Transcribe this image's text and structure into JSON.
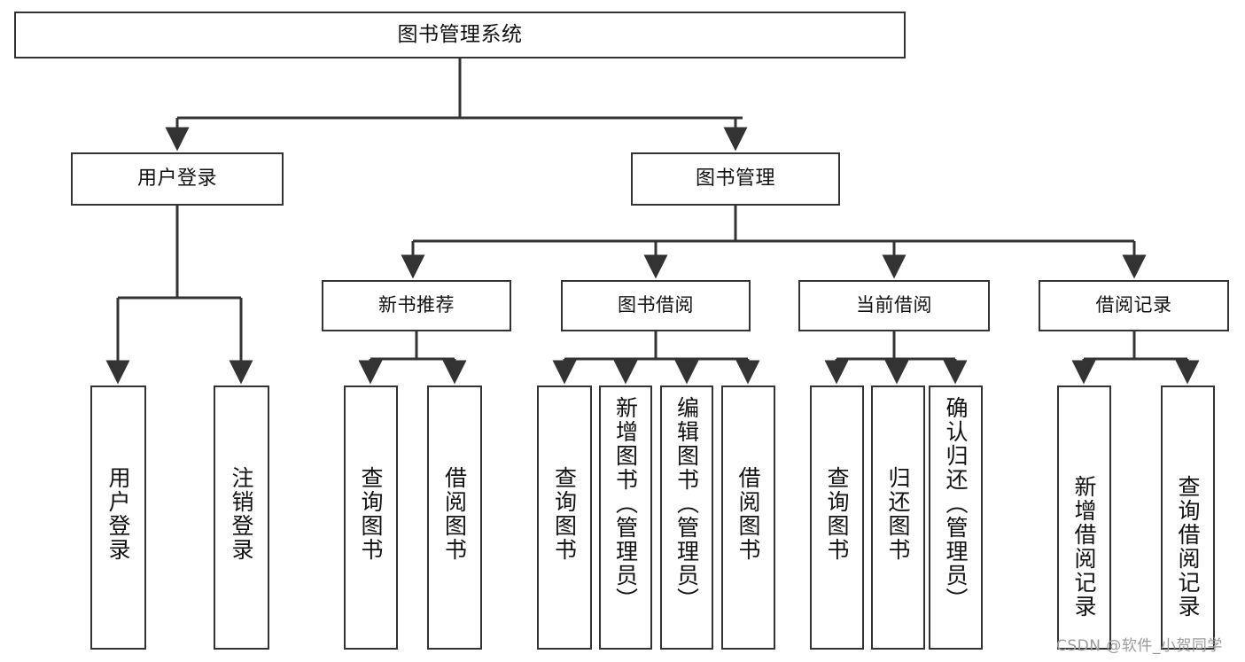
{
  "diagram": {
    "title": "图书管理系统",
    "type": "功能结构图",
    "watermark": "CSDN @软件_小贺同学",
    "root": {
      "label": "图书管理系统"
    },
    "level1": [
      {
        "label": "用户登录"
      },
      {
        "label": "图书管理"
      }
    ],
    "level2": [
      {
        "label": "新书推荐"
      },
      {
        "label": "图书借阅"
      },
      {
        "label": "当前借阅"
      },
      {
        "label": "借阅记录"
      }
    ],
    "leaves": {
      "user_login": [
        {
          "label": "用户登录"
        },
        {
          "label": "注销登录"
        }
      ],
      "new_book_recommend": [
        {
          "label": "查询图书"
        },
        {
          "label": "借阅图书"
        }
      ],
      "book_borrow": [
        {
          "label": "查询图书"
        },
        {
          "label": "新增图书（管理员）"
        },
        {
          "label": "编辑图书（管理员）"
        },
        {
          "label": "借阅图书"
        }
      ],
      "current_borrow": [
        {
          "label": "查询图书"
        },
        {
          "label": "归还图书"
        },
        {
          "label": "确认归还（管理员）"
        }
      ],
      "borrow_record": [
        {
          "label": "新增借阅记录"
        },
        {
          "label": "查询借阅记录"
        }
      ]
    },
    "colors": {
      "stroke": "#333333",
      "fill": "#ffffff",
      "text": "#111111",
      "watermark": "#9b9b9b"
    }
  }
}
